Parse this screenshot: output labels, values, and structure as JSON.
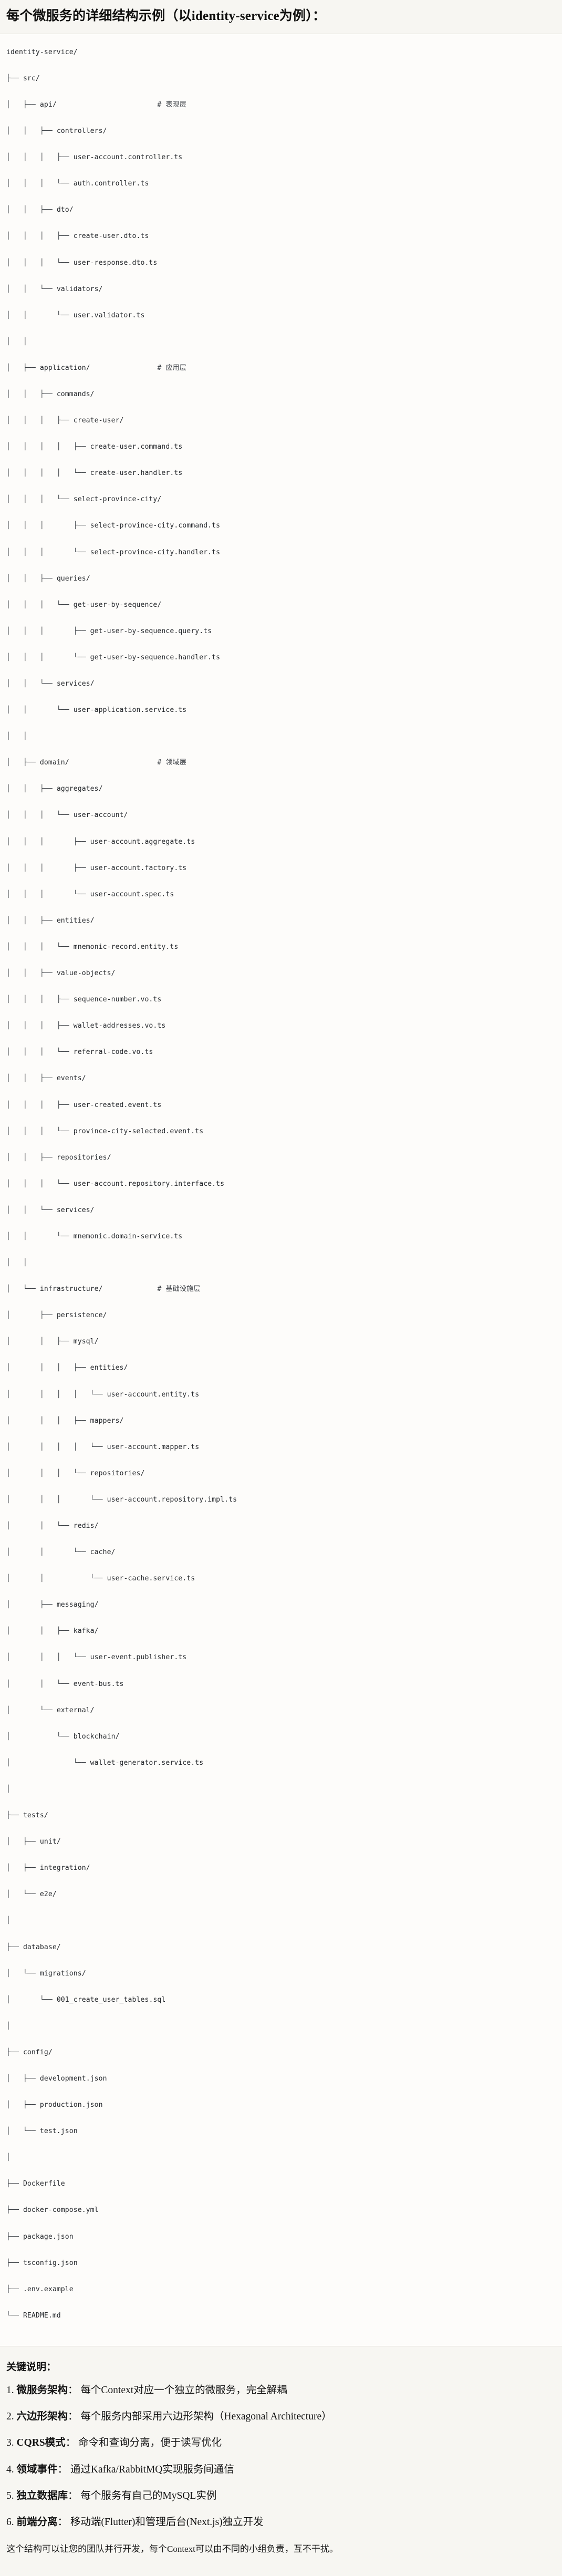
{
  "header": {
    "title": "每个微服务的详细结构示例（以identity-service为例）："
  },
  "tree": {
    "root": "identity-service/",
    "lines": [
      {
        "prefix": "",
        "name": "identity-service/",
        "comment": ""
      },
      {
        "prefix": "├── ",
        "name": "src/",
        "comment": ""
      },
      {
        "prefix": "│   ├── ",
        "name": "api/",
        "comment": "# 表现层"
      },
      {
        "prefix": "│   │   ├── ",
        "name": "controllers/",
        "comment": ""
      },
      {
        "prefix": "│   │   │   ├── ",
        "name": "user-account.controller.ts",
        "comment": ""
      },
      {
        "prefix": "│   │   │   └── ",
        "name": "auth.controller.ts",
        "comment": ""
      },
      {
        "prefix": "│   │   ├── ",
        "name": "dto/",
        "comment": ""
      },
      {
        "prefix": "│   │   │   ├── ",
        "name": "create-user.dto.ts",
        "comment": ""
      },
      {
        "prefix": "│   │   │   └── ",
        "name": "user-response.dto.ts",
        "comment": ""
      },
      {
        "prefix": "│   │   └── ",
        "name": "validators/",
        "comment": ""
      },
      {
        "prefix": "│   │       └── ",
        "name": "user.validator.ts",
        "comment": ""
      },
      {
        "prefix": "│   │",
        "name": "",
        "comment": ""
      },
      {
        "prefix": "│   ├── ",
        "name": "application/",
        "comment": "# 应用层"
      },
      {
        "prefix": "│   │   ├── ",
        "name": "commands/",
        "comment": ""
      },
      {
        "prefix": "│   │   │   ├── ",
        "name": "create-user/",
        "comment": ""
      },
      {
        "prefix": "│   │   │   │   ├── ",
        "name": "create-user.command.ts",
        "comment": ""
      },
      {
        "prefix": "│   │   │   │   └── ",
        "name": "create-user.handler.ts",
        "comment": ""
      },
      {
        "prefix": "│   │   │   └── ",
        "name": "select-province-city/",
        "comment": ""
      },
      {
        "prefix": "│   │   │       ├── ",
        "name": "select-province-city.command.ts",
        "comment": ""
      },
      {
        "prefix": "│   │   │       └── ",
        "name": "select-province-city.handler.ts",
        "comment": ""
      },
      {
        "prefix": "│   │   ├── ",
        "name": "queries/",
        "comment": ""
      },
      {
        "prefix": "│   │   │   └── ",
        "name": "get-user-by-sequence/",
        "comment": ""
      },
      {
        "prefix": "│   │   │       ├── ",
        "name": "get-user-by-sequence.query.ts",
        "comment": ""
      },
      {
        "prefix": "│   │   │       └── ",
        "name": "get-user-by-sequence.handler.ts",
        "comment": ""
      },
      {
        "prefix": "│   │   └── ",
        "name": "services/",
        "comment": ""
      },
      {
        "prefix": "│   │       └── ",
        "name": "user-application.service.ts",
        "comment": ""
      },
      {
        "prefix": "│   │",
        "name": "",
        "comment": ""
      },
      {
        "prefix": "│   ├── ",
        "name": "domain/",
        "comment": "# 领域层"
      },
      {
        "prefix": "│   │   ├── ",
        "name": "aggregates/",
        "comment": ""
      },
      {
        "prefix": "│   │   │   └── ",
        "name": "user-account/",
        "comment": ""
      },
      {
        "prefix": "│   │   │       ├── ",
        "name": "user-account.aggregate.ts",
        "comment": ""
      },
      {
        "prefix": "│   │   │       ├── ",
        "name": "user-account.factory.ts",
        "comment": ""
      },
      {
        "prefix": "│   │   │       └── ",
        "name": "user-account.spec.ts",
        "comment": ""
      },
      {
        "prefix": "│   │   ├── ",
        "name": "entities/",
        "comment": ""
      },
      {
        "prefix": "│   │   │   └── ",
        "name": "mnemonic-record.entity.ts",
        "comment": ""
      },
      {
        "prefix": "│   │   ├── ",
        "name": "value-objects/",
        "comment": ""
      },
      {
        "prefix": "│   │   │   ├── ",
        "name": "sequence-number.vo.ts",
        "comment": ""
      },
      {
        "prefix": "│   │   │   ├── ",
        "name": "wallet-addresses.vo.ts",
        "comment": ""
      },
      {
        "prefix": "│   │   │   └── ",
        "name": "referral-code.vo.ts",
        "comment": ""
      },
      {
        "prefix": "│   │   ├── ",
        "name": "events/",
        "comment": ""
      },
      {
        "prefix": "│   │   │   ├── ",
        "name": "user-created.event.ts",
        "comment": ""
      },
      {
        "prefix": "│   │   │   └── ",
        "name": "province-city-selected.event.ts",
        "comment": ""
      },
      {
        "prefix": "│   │   ├── ",
        "name": "repositories/",
        "comment": ""
      },
      {
        "prefix": "│   │   │   └── ",
        "name": "user-account.repository.interface.ts",
        "comment": ""
      },
      {
        "prefix": "│   │   └── ",
        "name": "services/",
        "comment": ""
      },
      {
        "prefix": "│   │       └── ",
        "name": "mnemonic.domain-service.ts",
        "comment": ""
      },
      {
        "prefix": "│   │",
        "name": "",
        "comment": ""
      },
      {
        "prefix": "│   └── ",
        "name": "infrastructure/",
        "comment": "# 基础设施层"
      },
      {
        "prefix": "│       ├── ",
        "name": "persistence/",
        "comment": ""
      },
      {
        "prefix": "│       │   ├── ",
        "name": "mysql/",
        "comment": ""
      },
      {
        "prefix": "│       │   │   ├── ",
        "name": "entities/",
        "comment": ""
      },
      {
        "prefix": "│       │   │   │   └── ",
        "name": "user-account.entity.ts",
        "comment": ""
      },
      {
        "prefix": "│       │   │   ├── ",
        "name": "mappers/",
        "comment": ""
      },
      {
        "prefix": "│       │   │   │   └── ",
        "name": "user-account.mapper.ts",
        "comment": ""
      },
      {
        "prefix": "│       │   │   └── ",
        "name": "repositories/",
        "comment": ""
      },
      {
        "prefix": "│       │   │       └── ",
        "name": "user-account.repository.impl.ts",
        "comment": ""
      },
      {
        "prefix": "│       │   └── ",
        "name": "redis/",
        "comment": ""
      },
      {
        "prefix": "│       │       └── ",
        "name": "cache/",
        "comment": ""
      },
      {
        "prefix": "│       │           └── ",
        "name": "user-cache.service.ts",
        "comment": ""
      },
      {
        "prefix": "│       ├── ",
        "name": "messaging/",
        "comment": ""
      },
      {
        "prefix": "│       │   ├── ",
        "name": "kafka/",
        "comment": ""
      },
      {
        "prefix": "│       │   │   └── ",
        "name": "user-event.publisher.ts",
        "comment": ""
      },
      {
        "prefix": "│       │   └── ",
        "name": "event-bus.ts",
        "comment": ""
      },
      {
        "prefix": "│       └── ",
        "name": "external/",
        "comment": ""
      },
      {
        "prefix": "│           └── ",
        "name": "blockchain/",
        "comment": ""
      },
      {
        "prefix": "│               └── ",
        "name": "wallet-generator.service.ts",
        "comment": ""
      },
      {
        "prefix": "│",
        "name": "",
        "comment": ""
      },
      {
        "prefix": "├── ",
        "name": "tests/",
        "comment": ""
      },
      {
        "prefix": "│   ├── ",
        "name": "unit/",
        "comment": ""
      },
      {
        "prefix": "│   ├── ",
        "name": "integration/",
        "comment": ""
      },
      {
        "prefix": "│   └── ",
        "name": "e2e/",
        "comment": ""
      },
      {
        "prefix": "│",
        "name": "",
        "comment": ""
      },
      {
        "prefix": "├── ",
        "name": "database/",
        "comment": ""
      },
      {
        "prefix": "│   └── ",
        "name": "migrations/",
        "comment": ""
      },
      {
        "prefix": "│       └── ",
        "name": "001_create_user_tables.sql",
        "comment": ""
      },
      {
        "prefix": "│",
        "name": "",
        "comment": ""
      },
      {
        "prefix": "├── ",
        "name": "config/",
        "comment": ""
      },
      {
        "prefix": "│   ├── ",
        "name": "development.json",
        "comment": ""
      },
      {
        "prefix": "│   ├── ",
        "name": "production.json",
        "comment": ""
      },
      {
        "prefix": "│   └── ",
        "name": "test.json",
        "comment": ""
      },
      {
        "prefix": "│",
        "name": "",
        "comment": ""
      },
      {
        "prefix": "├── ",
        "name": "Dockerfile",
        "comment": ""
      },
      {
        "prefix": "├── ",
        "name": "docker-compose.yml",
        "comment": ""
      },
      {
        "prefix": "├── ",
        "name": "package.json",
        "comment": ""
      },
      {
        "prefix": "├── ",
        "name": "tsconfig.json",
        "comment": ""
      },
      {
        "prefix": "├── ",
        "name": ".env.example",
        "comment": ""
      },
      {
        "prefix": "└── ",
        "name": "README.md",
        "comment": ""
      }
    ]
  },
  "notes": {
    "heading": "关键说明：",
    "items": [
      {
        "index": "1.",
        "term": "微服务架构",
        "sep": "：",
        "desc": "每个Context对应一个独立的微服务，完全解耦"
      },
      {
        "index": "2.",
        "term": "六边形架构",
        "sep": "：",
        "desc": "每个服务内部采用六边形架构（Hexagonal Architecture）"
      },
      {
        "index": "3.",
        "term": "CQRS模式",
        "sep": "：",
        "desc": "命令和查询分离，便于读写优化"
      },
      {
        "index": "4.",
        "term": "领域事件",
        "sep": "：",
        "desc": "通过Kafka/RabbitMQ实现服务间通信"
      },
      {
        "index": "5.",
        "term": "独立数据库",
        "sep": "：",
        "desc": "每个服务有自己的MySQL实例"
      },
      {
        "index": "6.",
        "term": "前端分离",
        "sep": "：",
        "desc": "移动端(Flutter)和管理后台(Next.js)独立开发"
      }
    ],
    "footer": "这个结构可以让您的团队并行开发，每个Context可以由不同的小组负责，互不干扰。"
  }
}
